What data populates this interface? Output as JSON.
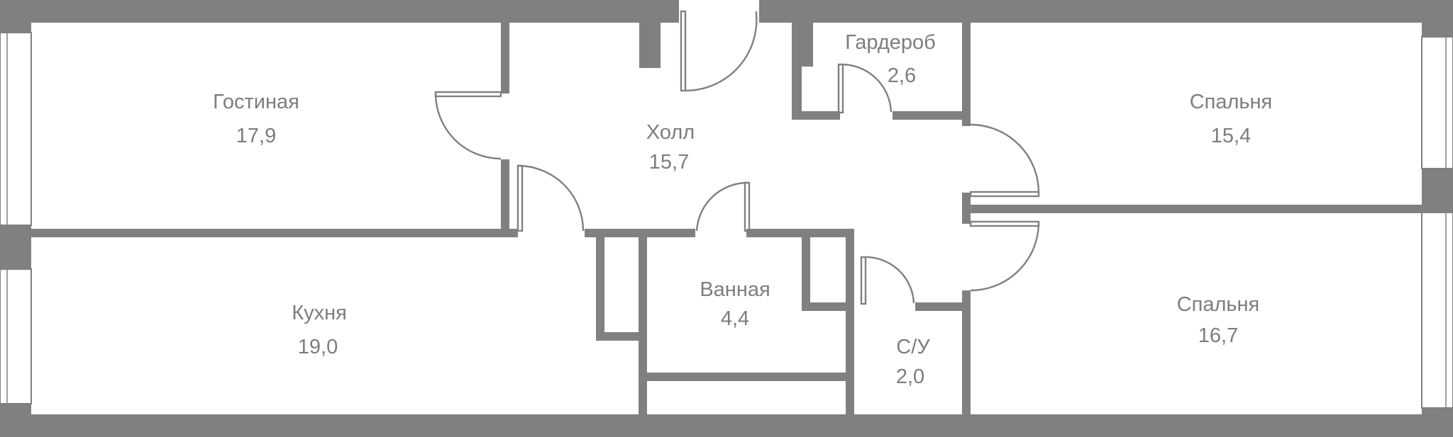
{
  "rooms": {
    "living": {
      "name": "Гостиная",
      "area": "17,9"
    },
    "hall": {
      "name": "Холл",
      "area": "15,7"
    },
    "wardrobe": {
      "name": "Гардероб",
      "area": "2,6"
    },
    "bedroom1": {
      "name": "Спальня",
      "area": "15,4"
    },
    "kitchen": {
      "name": "Кухня",
      "area": "19,0"
    },
    "bathroom": {
      "name": "Ванная",
      "area": "4,4"
    },
    "wc": {
      "name": "С/У",
      "area": "2,0"
    },
    "bedroom2": {
      "name": "Спальня",
      "area": "16,7"
    }
  },
  "colors": {
    "wall": "#7f8181",
    "label": "#7c7e7e",
    "background": "#ffffff"
  }
}
